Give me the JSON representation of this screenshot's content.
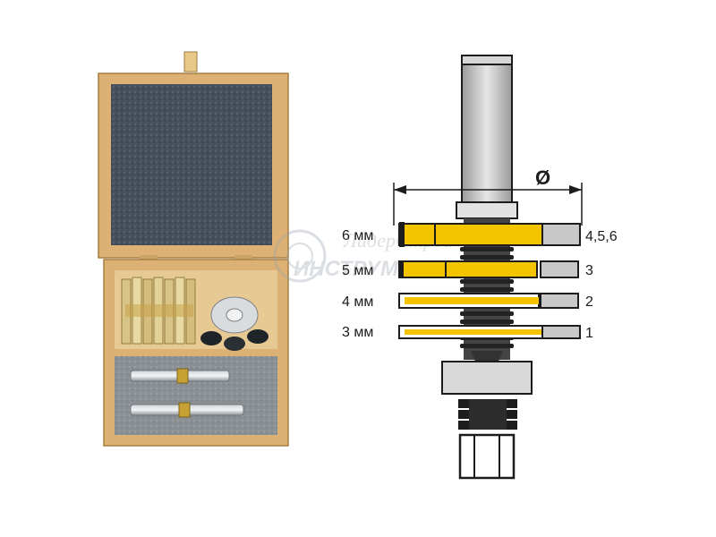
{
  "diagram": {
    "diameter_symbol": "Ø",
    "cutters": [
      {
        "thickness_label": "6 мм",
        "count_label": "4,5,6"
      },
      {
        "thickness_label": "5 мм",
        "count_label": "3"
      },
      {
        "thickness_label": "4 мм",
        "count_label": "2"
      },
      {
        "thickness_label": "3 мм",
        "count_label": "1"
      }
    ]
  },
  "watermark": {
    "line1": "ЛидерСтрой",
    "line2": "ИНСТРУМЕНТ"
  },
  "colors": {
    "cutter_yellow": "#f5c400",
    "tip_gray": "#c8c8c8",
    "shank_gray": "#c4c4c4",
    "box_wood": "#dcb173",
    "foam": "#4a5560",
    "dark": "#1c1c1c"
  }
}
